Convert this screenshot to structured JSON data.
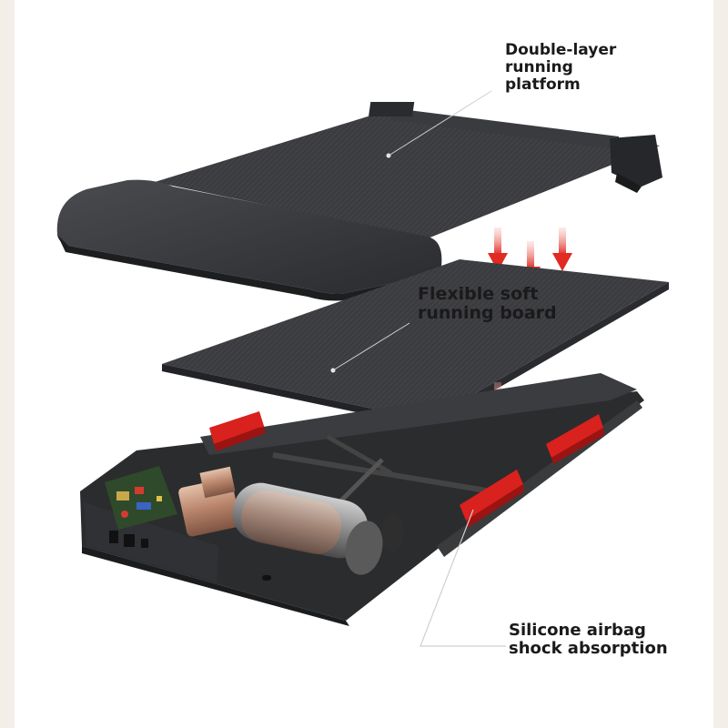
{
  "labels": {
    "platform": {
      "line1": "Double-layer",
      "line2": "running",
      "line3": "platform"
    },
    "board": {
      "line1": "Flexible soft",
      "line2": "running board"
    },
    "airbag": {
      "line1": "Silicone airbag",
      "line2": "shock absorption"
    }
  },
  "colors": {
    "background": "#f3eee7",
    "panel": "#ffffff",
    "platform_body": "#2e2f32",
    "board_surface": "#3a3b3e",
    "frame": "#2b2c2e",
    "airbag_red": "#d9211d",
    "arrow_red": "#e02a22",
    "motor_copper": "#c89a7e",
    "pcb_green": "#2f4a2a"
  },
  "icons": {
    "down_arrow": "down-arrow-icon",
    "leader_dot": "leader-dot-icon"
  }
}
